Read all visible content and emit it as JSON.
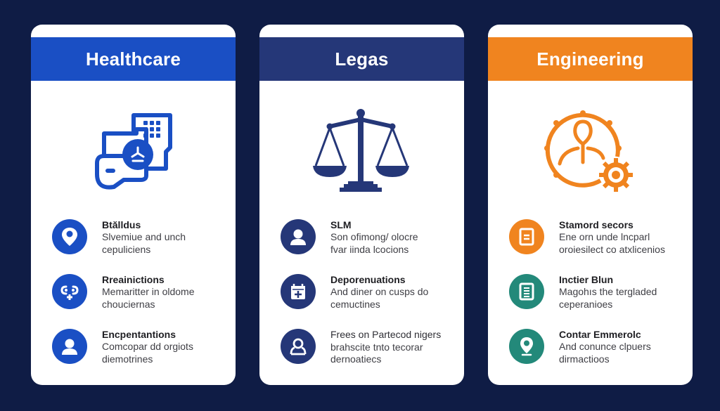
{
  "colors": {
    "background": "#0f1c45",
    "healthcare": "#1a4fc4",
    "legal": "#253778",
    "engineering": "#f0841f",
    "teal": "#23897a"
  },
  "cards": [
    {
      "header": "Healthcare",
      "hero_icon": "medical-records-icon",
      "items": [
        {
          "icon": "location-pin-icon",
          "title": "Btălldus",
          "desc_lines": [
            "Slvemiue and unch",
            "cepuliciens"
          ]
        },
        {
          "icon": "stethoscope-icon",
          "title": "Rreainictions",
          "desc_lines": [
            "Memaritter in oldome",
            "chouciernas"
          ]
        },
        {
          "icon": "person-icon",
          "title": "Encpentantions",
          "desc_lines": [
            "Comcopar dd orgiots",
            "diemotrines"
          ]
        }
      ]
    },
    {
      "header": "Legas",
      "hero_icon": "scales-of-justice-icon",
      "items": [
        {
          "icon": "person-icon",
          "title": "SLM",
          "desc_lines": [
            "Son ofimong/ olocre",
            "fvar iinda lcocions"
          ]
        },
        {
          "icon": "calendar-plus-icon",
          "title": "Deporenuations",
          "desc_lines": [
            "And diner on cusps do",
            "cemuctines"
          ]
        },
        {
          "icon": "user-outline-icon",
          "title": "",
          "desc_lines": [
            "Frees on Partecod nigers",
            "brahscite tnto tecorar",
            "dernoatiecs"
          ]
        }
      ]
    },
    {
      "header": "Engineering",
      "hero_icon": "gear-person-icon",
      "items": [
        {
          "icon": "document-icon",
          "title": "Stamord secors",
          "desc_lines": [
            "Ene orn unde lncparl",
            "oroiesilect co atxlicenios"
          ]
        },
        {
          "icon": "list-document-icon",
          "title": "Inctier Blun",
          "desc_lines": [
            "Magohıs the tergladed",
            "ceperanioes"
          ]
        },
        {
          "icon": "location-pin-icon",
          "title": "Contar Emmerolc",
          "desc_lines": [
            "And conunce clpuers",
            "dirmactioos"
          ]
        }
      ]
    }
  ]
}
